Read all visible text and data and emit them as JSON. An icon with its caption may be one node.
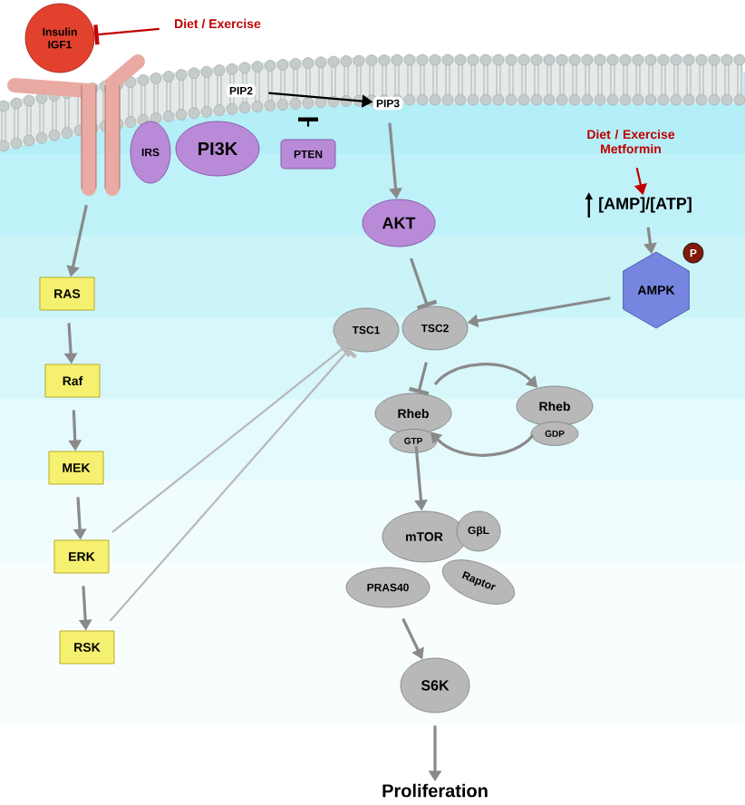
{
  "diagram": {
    "nodes": [
      {
        "text": [
          "Insulin IGF1"
        ]
      },
      {
        "text": [
          "Diet / Exercise"
        ]
      },
      {
        "text": [],
        "shape": "receptor"
      },
      {
        "text": [
          "IRS"
        ]
      },
      {
        "text": [
          "PI3K"
        ]
      },
      {
        "text": [
          "PIP2"
        ]
      },
      {
        "text": [
          "PIP3"
        ]
      },
      {
        "text": [
          "PTEN"
        ]
      },
      {
        "text": [
          "AKT"
        ]
      },
      {
        "text": [
          "Diet / Exercise Metformin"
        ]
      },
      {
        "text": [
          "[AMP]/[ATP]"
        ]
      },
      {
        "text": [
          "AMPK"
        ],
        "beside": [
          "P"
        ]
      },
      {
        "text": [
          "TSC1"
        ]
      },
      {
        "text": [
          "TSC2"
        ]
      },
      {
        "text": [
          "Rheb",
          "GTP"
        ]
      },
      {
        "text": [
          "Rheb",
          "GDP"
        ]
      },
      {
        "text": [
          "mTOR"
        ]
      },
      {
        "text": [
          "GβL"
        ]
      },
      {
        "text": [
          "PRAS40"
        ]
      },
      {
        "text": [
          "Raptor"
        ]
      },
      {
        "text": [
          "S6K"
        ]
      },
      {
        "text": [
          "Proliferation"
        ]
      },
      {
        "text": [
          "RAS"
        ]
      },
      {
        "text": [
          "Raf"
        ]
      },
      {
        "text": [
          "MEK"
        ]
      },
      {
        "text": [
          "ERK"
        ]
      },
      {
        "text": [
          "RSK"
        ]
      }
    ],
    "edges": [
      {
        "from": 1,
        "to": 0,
        "arrow": "other",
        "color": "#c00000"
      },
      {
        "from": 5,
        "to": 6,
        "arrow": "to",
        "color": "#000000"
      },
      {
        "from": 7,
        "to": null,
        "arrow": "other",
        "color": "#000000"
      },
      {
        "from": 6,
        "to": 8,
        "arrow": "to"
      },
      {
        "from": 2,
        "to": 22,
        "arrow": "to"
      },
      {
        "from": 22,
        "to": 23,
        "arrow": "to"
      },
      {
        "from": 23,
        "to": 24,
        "arrow": "to"
      },
      {
        "from": 24,
        "to": 25,
        "arrow": "to"
      },
      {
        "from": 25,
        "to": 26,
        "arrow": "to"
      },
      {
        "from": 8,
        "to": 13,
        "arrow": "other"
      },
      {
        "from": 9,
        "to": 10,
        "arrow": "to",
        "color": "#c00000"
      },
      {
        "from": 10,
        "to": 11,
        "arrow": "to"
      },
      {
        "from": 11,
        "to": 13,
        "arrow": "to"
      },
      {
        "from": 13,
        "to": 14,
        "arrow": "other"
      },
      {
        "from": 14,
        "to": 15,
        "arrow": "to"
      },
      {
        "from": 15,
        "to": 14,
        "arrow": "to"
      },
      {
        "from": 14,
        "to": 16,
        "arrow": "to"
      },
      {
        "from": 18,
        "to": 20,
        "arrow": "to"
      },
      {
        "from": 20,
        "to": 21,
        "arrow": "to"
      },
      {
        "from": 25,
        "to": 12,
        "arrow": "other",
        "color": "#b8b8b8"
      },
      {
        "from": 26,
        "to": 12,
        "arrow": "other",
        "color": "#b8b8b8"
      }
    ]
  }
}
